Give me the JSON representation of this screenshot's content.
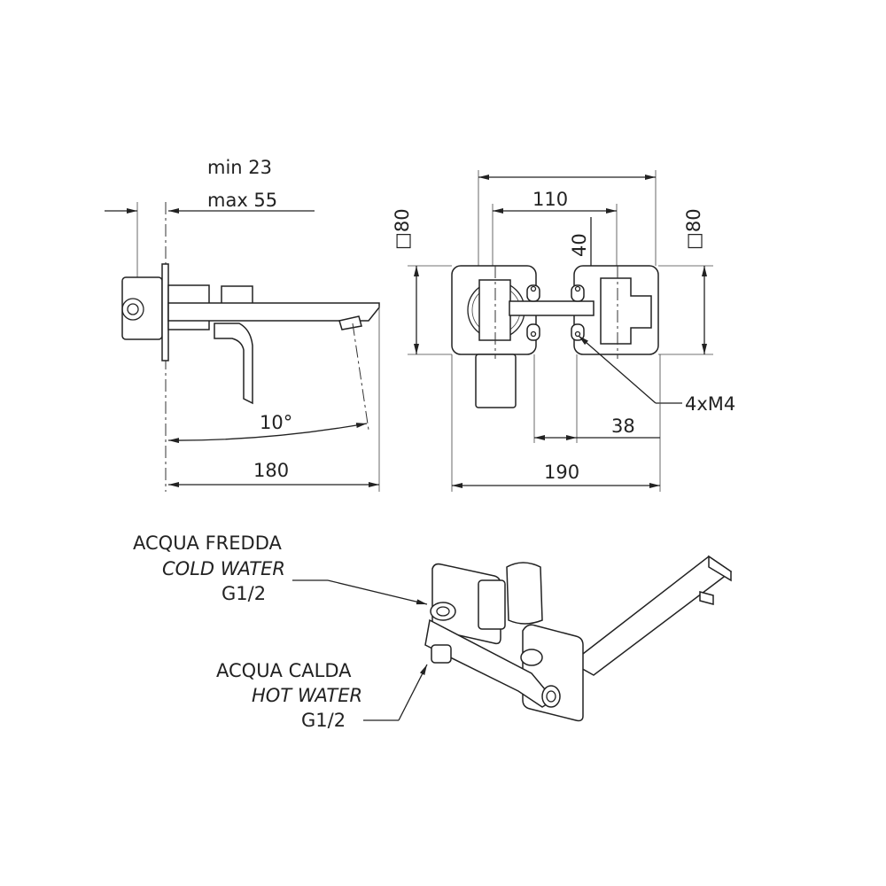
{
  "side_view": {
    "depth_min": "min 23",
    "depth_max": "max 55",
    "angle": "10°",
    "length": "180"
  },
  "front_view": {
    "plate_left": "□80",
    "plate_right": "□80",
    "centers": "110",
    "offset": "40",
    "screws": "4xM4",
    "spacing": "38",
    "width": "190"
  },
  "iso_view": {
    "cold": {
      "it": "ACQUA FREDDA",
      "en": "COLD WATER",
      "thread": "G1/2"
    },
    "hot": {
      "it": "ACQUA CALDA",
      "en": "HOT WATER",
      "thread": "G1/2"
    }
  }
}
